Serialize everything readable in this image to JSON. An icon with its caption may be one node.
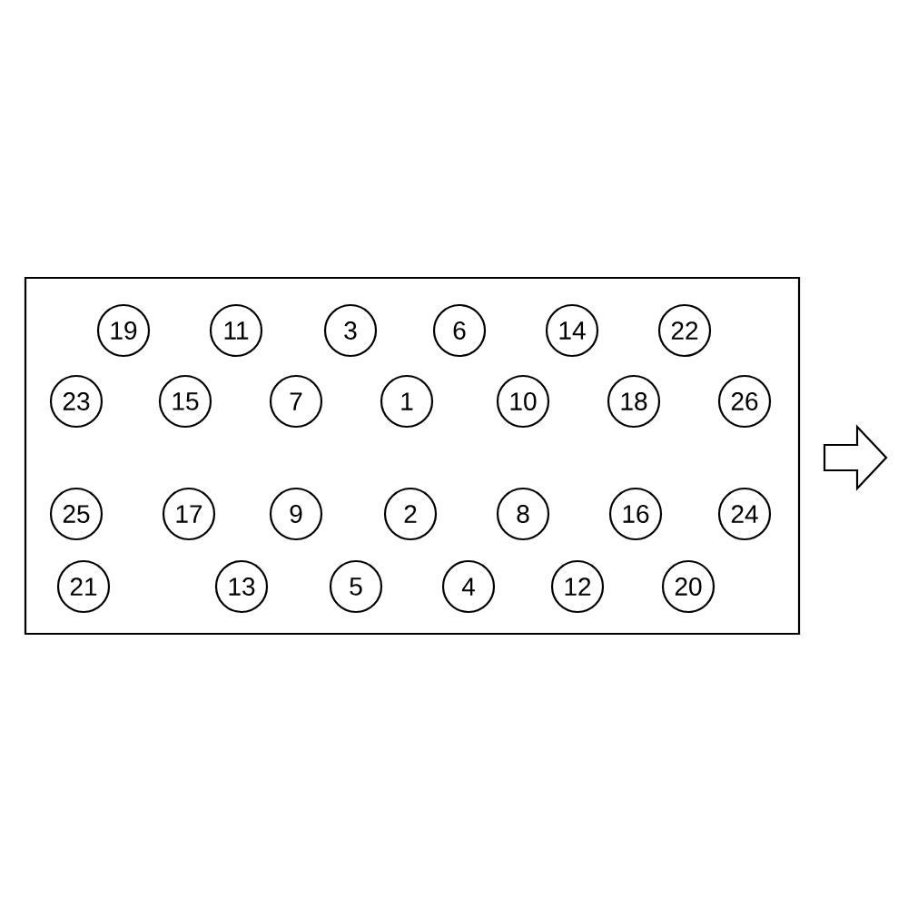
{
  "diagram": {
    "nodes": [
      {
        "text": [],
        "shape": "box"
      },
      {
        "text": [
          "19"
        ],
        "in": 0
      },
      {
        "text": [
          "11"
        ],
        "in": 0
      },
      {
        "text": [
          "3"
        ],
        "in": 0
      },
      {
        "text": [
          "6"
        ],
        "in": 0
      },
      {
        "text": [
          "14"
        ],
        "in": 0
      },
      {
        "text": [
          "22"
        ],
        "in": 0
      },
      {
        "text": [
          "23"
        ],
        "in": 0
      },
      {
        "text": [
          "15"
        ],
        "in": 0
      },
      {
        "text": [
          "7"
        ],
        "in": 0
      },
      {
        "text": [
          "1"
        ],
        "in": 0
      },
      {
        "text": [
          "10"
        ],
        "in": 0
      },
      {
        "text": [
          "18"
        ],
        "in": 0
      },
      {
        "text": [
          "26"
        ],
        "in": 0
      },
      {
        "text": [
          "25"
        ],
        "in": 0
      },
      {
        "text": [
          "17"
        ],
        "in": 0
      },
      {
        "text": [
          "9"
        ],
        "in": 0
      },
      {
        "text": [
          "2"
        ],
        "in": 0
      },
      {
        "text": [
          "8"
        ],
        "in": 0
      },
      {
        "text": [
          "16"
        ],
        "in": 0
      },
      {
        "text": [
          "24"
        ],
        "in": 0
      },
      {
        "text": [
          "21"
        ],
        "in": 0
      },
      {
        "text": [
          "13"
        ],
        "in": 0
      },
      {
        "text": [
          "5"
        ],
        "in": 0
      },
      {
        "text": [
          "4"
        ],
        "in": 0
      },
      {
        "text": [
          "12"
        ],
        "in": 0
      },
      {
        "text": [
          "20"
        ],
        "in": 0
      }
    ],
    "edges": []
  }
}
